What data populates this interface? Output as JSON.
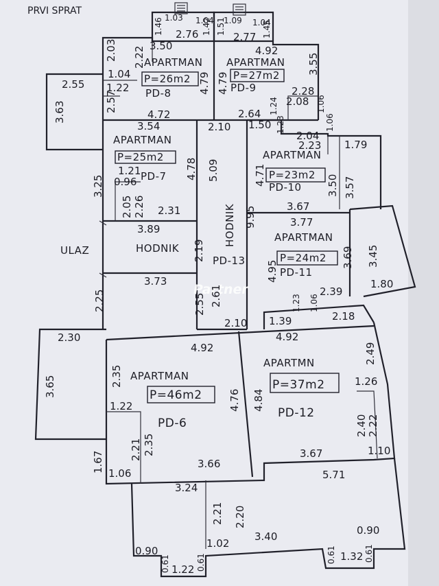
{
  "title": "PRVI SPRAT",
  "watermark": "Partner",
  "rooms": {
    "pd8": {
      "label": "APARTMAN",
      "area": "P=26m2",
      "code": "PD-8"
    },
    "pd9": {
      "label": "APARTMAN",
      "area": "P=27m2",
      "code": "PD-9"
    },
    "pd7": {
      "label": "APARTMAN",
      "area": "P=25m2",
      "code": "PD-7"
    },
    "pd10": {
      "label": "APARTMAN",
      "area": "P=23m2",
      "code": "PD-10"
    },
    "pd11": {
      "label": "APARTMAN",
      "area": "P=24m2",
      "code": "PD-11"
    },
    "pd6": {
      "label": "APARTMAN",
      "area": "P=46m2",
      "code": "PD-6"
    },
    "pd12": {
      "label": "APARTMN",
      "area": "P=37m2",
      "code": "PD-12"
    },
    "hodnik_left": "HODNIK",
    "hodnik_center": "HODNIK",
    "pd13": "PD-13",
    "ulaz": "ULAZ"
  },
  "dims": {
    "d1": "1.03",
    "d2": "1.04",
    "d3": "1.46",
    "d4": "1.42",
    "d5": "2.76",
    "d6": "1.09",
    "d7": "1.04",
    "d8": "1.51",
    "d9": "1.45",
    "d10": "2.77",
    "d11": "3.50",
    "d12": "4.92",
    "d13": "2.03",
    "d14": "2.22",
    "d15": "1.04",
    "d16": "1.22",
    "d17": "2.55",
    "d18": "3.55",
    "d19": "4.79",
    "d20": "4.79",
    "d21": "2.57",
    "d22": "2.28",
    "d23": "2.08",
    "d24": "1.06",
    "d25": "1.24",
    "d26": "3.63",
    "d27": "4.72",
    "d28": "2.64",
    "d29": "1.06",
    "d30": "3.54",
    "d31": "2.10",
    "d32": "1.50",
    "d33": "1.23",
    "d34": "2.04",
    "d35": "2.23",
    "d36": "1.79",
    "d37": "4.78",
    "d38": "5.09",
    "d39": "4.71",
    "d40": "3.25",
    "d41": "1.21",
    "d42": "0.96",
    "d43": "2.05",
    "d44": "2.26",
    "d45": "3.50",
    "d46": "3.57",
    "d47": "2.31",
    "d48": "3.67",
    "d49": "3.89",
    "d50": "9.95",
    "d51": "3.77",
    "d52": "2.19",
    "d53": "3.69",
    "d54": "3.45",
    "d55": "4.95",
    "d56": "3.73",
    "d57": "2.25",
    "d58": "2.55",
    "d59": "2.61",
    "d60": "2.39",
    "d61": "1.80",
    "d62": "1.23",
    "d63": "1.06",
    "d64": "2.10",
    "d65": "1.39",
    "d66": "2.18",
    "d67": "2.30",
    "d68": "4.92",
    "d69": "4.92",
    "d70": "2.49",
    "d71": "3.65",
    "d72": "2.35",
    "d73": "4.76",
    "d74": "4.84",
    "d75": "1.26",
    "d76": "1.22",
    "d77": "2.40",
    "d78": "2.22",
    "d79": "2.21",
    "d80": "2.35",
    "d81": "1.67",
    "d82": "1.10",
    "d83": "3.66",
    "d84": "3.67",
    "d85": "1.06",
    "d86": "5.71",
    "d87": "3.24",
    "d88": "2.21",
    "d89": "2.20",
    "d90": "3.40",
    "d91": "0.90",
    "d92": "1.02",
    "d93": "0.90",
    "d94": "0.61",
    "d95": "0.61",
    "d96": "1.22",
    "d97": "0.61",
    "d98": "1.32",
    "d99": "0.61"
  }
}
